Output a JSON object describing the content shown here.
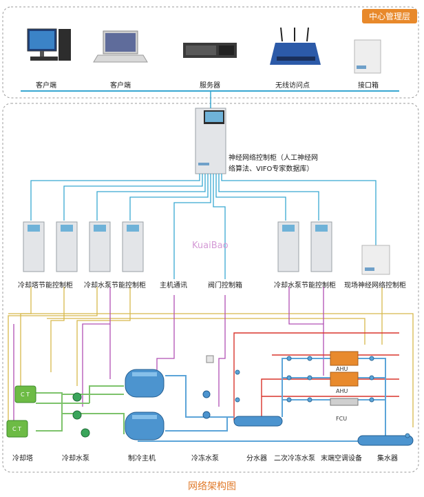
{
  "top_layer": {
    "badge": "中心管理层",
    "devices": [
      "客户端",
      "客户端",
      "服务器",
      "无线访问点",
      "接口箱"
    ]
  },
  "neural_cabinet": {
    "line1": "神经网络控制柜（人工神经网",
    "line2": "络算法、VIFO专家数据库）"
  },
  "watermark": "KuaiBao",
  "cabinets": [
    "冷却塔节能控制柜",
    "冷却水泵节能控制柜",
    "主机通讯",
    "阀门控制箱",
    "冷却水泵节能控制柜",
    "现场神经网络控制柜"
  ],
  "equipment_tags": {
    "ct": "C T",
    "ahu": "AHU",
    "fcu": "FCU"
  },
  "bottom_labels": [
    "冷却塔",
    "冷却水泵",
    "制冷主机",
    "冷冻水泵",
    "分水器",
    "二次冷冻水泵",
    "末端空调设备",
    "集水器"
  ],
  "caption": "网络架构图",
  "colors": {
    "accent": "#e8892b",
    "network": "#37a7d1",
    "supply": "#d9332b",
    "return": "#5ba4d8",
    "cooling": "#7cc26a",
    "signal_yellow": "#d7b84a",
    "signal_purple": "#b04fb3"
  }
}
